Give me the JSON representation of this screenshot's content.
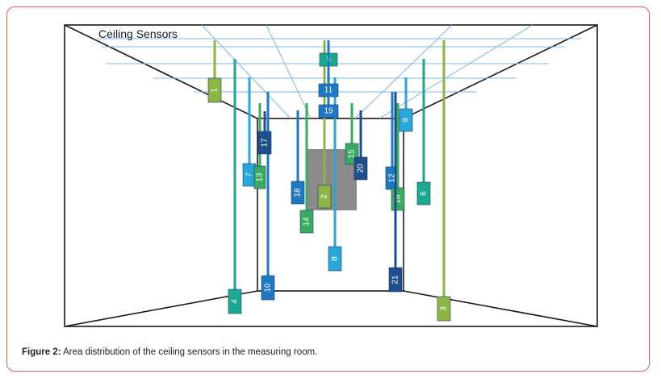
{
  "title": "Ceiling Sensors",
  "caption": {
    "label": "Figure 2:",
    "text": " Area distribution of the ceiling sensors in the measuring room."
  },
  "colors": {
    "light_green": "#8db544",
    "green": "#3aaa5f",
    "teal": "#1aa98c",
    "blue": "#1e78c2",
    "dark_blue": "#1f4e8c",
    "light_blue": "#2aa7d8",
    "grid": "#7fb8e6",
    "object": "#8a8a8a"
  },
  "sensors": [
    {
      "id": "1",
      "color": "light_green"
    },
    {
      "id": "2",
      "color": "light_green"
    },
    {
      "id": "3",
      "color": "light_green"
    },
    {
      "id": "4",
      "color": "teal"
    },
    {
      "id": "5",
      "color": "teal"
    },
    {
      "id": "6",
      "color": "teal"
    },
    {
      "id": "7",
      "color": "light_blue"
    },
    {
      "id": "8",
      "color": "light_blue"
    },
    {
      "id": "9",
      "color": "light_blue"
    },
    {
      "id": "10",
      "color": "blue"
    },
    {
      "id": "11",
      "color": "blue"
    },
    {
      "id": "12",
      "color": "blue"
    },
    {
      "id": "13",
      "color": "green"
    },
    {
      "id": "14",
      "color": "green"
    },
    {
      "id": "15",
      "color": "green"
    },
    {
      "id": "16",
      "color": "green"
    },
    {
      "id": "17",
      "color": "dark_blue"
    },
    {
      "id": "18",
      "color": "blue"
    },
    {
      "id": "19",
      "color": "blue"
    },
    {
      "id": "20",
      "color": "dark_blue"
    },
    {
      "id": "21",
      "color": "dark_blue"
    }
  ]
}
